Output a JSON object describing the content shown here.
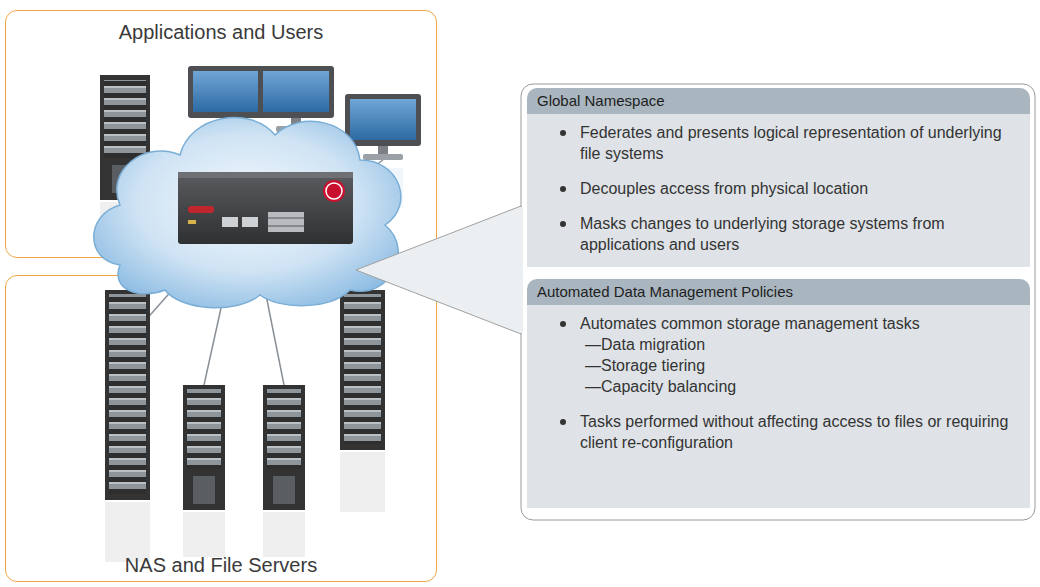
{
  "diagram": {
    "nodes": [
      {
        "text": [
          "Applications and Users"
        ]
      },
      {
        "text": [
          "NAS and File Servers"
        ]
      },
      {
        "text": [
          "Global Namespace",
          "Federates and presents logical representation of underlying file systems",
          "Decouples access from physical location",
          "Masks changes to underlying storage systems from applications and users"
        ]
      },
      {
        "text": [
          "Automated Data Management Policies",
          "Automates common storage management tasks",
          "—Data migration",
          "—Storage tiering",
          "—Capacity balancing",
          "Tasks performed without affecting access to files or requiring client re-configuration"
        ]
      }
    ]
  }
}
